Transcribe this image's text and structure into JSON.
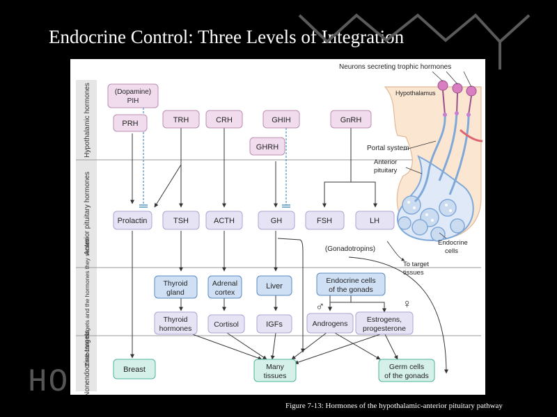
{
  "slide": {
    "title": "Endocrine Control: Three Levels of Integration",
    "caption": "Figure  7-13: Hormones  of the hypothalamic-anterior  pituitary  pathway",
    "background_text": "HO"
  },
  "rows": {
    "hypothalamic": "Hypothalamic hormones",
    "anterior": "Anterior pituitary hormones",
    "endocrine": "Endocrine targets and the hormones they secrete",
    "nonendocrine": "Nonendocrine targets"
  },
  "nodes": {
    "dopamine_line1": "(Dopamine)",
    "dopamine_line2": "PIH",
    "prh": "PRH",
    "trh": "TRH",
    "crh": "CRH",
    "ghih": "GHIH",
    "gnrh": "GnRH",
    "ghrh": "GHRH",
    "prolactin": "Prolactin",
    "tsh": "TSH",
    "acth": "ACTH",
    "gh": "GH",
    "fsh": "FSH",
    "lh": "LH",
    "gonadotropins": "(Gonadotropins)",
    "thyroid_gland_1": "Thyroid",
    "thyroid_gland_2": "gland",
    "adrenal_1": "Adrenal",
    "adrenal_2": "cortex",
    "liver": "Liver",
    "gonads_1": "Endocrine cells",
    "gonads_2": "of the gonads",
    "male_symbol": "♂",
    "female_symbol": "♀",
    "thyroid_h_1": "Thyroid",
    "thyroid_h_2": "hormones",
    "cortisol": "Cortisol",
    "igfs": "IGFs",
    "androgens": "Androgens",
    "estrogens_1": "Estrogens,",
    "estrogens_2": "progesterone",
    "breast": "Breast",
    "many_1": "Many",
    "many_2": "tissues",
    "germ_1": "Germ cells",
    "germ_2": "of the gonads"
  },
  "anatomy": {
    "neurons": "Neurons secreting trophic hormones",
    "hypothalamus": "Hypothalamus",
    "portal": "Portal system",
    "anterior_1": "Anterior",
    "anterior_2": "pituitary",
    "endocrine_cells_1": "Endocrine",
    "endocrine_cells_2": "cells",
    "target_1": "To target",
    "target_2": "tissues"
  },
  "colors": {
    "hypothalamic_box": "#f1dcee",
    "pituitary_box": "#e6e4f4",
    "endocrine_box": "#cfe0f5",
    "target_box": "#d4f0e8",
    "vessel": "#7fa8d8",
    "axis_strip": "#e6e6e6"
  }
}
